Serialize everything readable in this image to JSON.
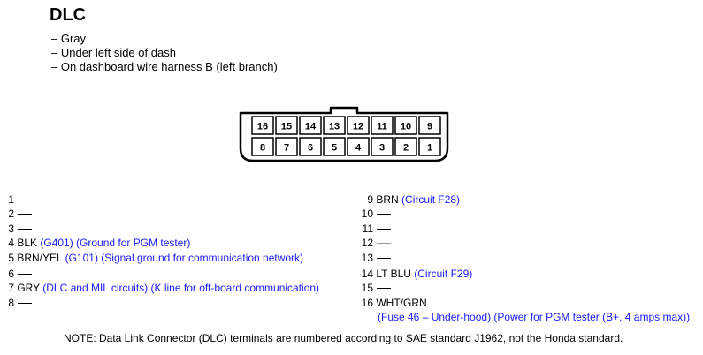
{
  "title": "DLC",
  "notes": [
    "– Gray",
    "– Under left side of dash",
    "– On dashboard wire harness B (left branch)"
  ],
  "connector": {
    "top_row": [
      "16",
      "15",
      "14",
      "13",
      "12",
      "11",
      "10",
      "9"
    ],
    "bottom_row": [
      "8",
      "7",
      "6",
      "5",
      "4",
      "3",
      "2",
      "1"
    ]
  },
  "pins_left": [
    {
      "num": "1",
      "wire": "",
      "circuit": ""
    },
    {
      "num": "2",
      "wire": "",
      "circuit": ""
    },
    {
      "num": "3",
      "wire": "",
      "circuit": ""
    },
    {
      "num": "4",
      "wire": "BLK",
      "circuit": "(G401) (Ground for PGM tester)"
    },
    {
      "num": "5",
      "wire": "BRN/YEL",
      "circuit": "(G101) (Signal ground for communication network)"
    },
    {
      "num": "6",
      "wire": "",
      "circuit": ""
    },
    {
      "num": "7",
      "wire": "GRY",
      "circuit": "(DLC and MIL circuits) (K line for off-board communication)"
    },
    {
      "num": "8",
      "wire": "",
      "circuit": ""
    }
  ],
  "pins_right": [
    {
      "num": "9",
      "wire": "BRN",
      "circuit": "(Circuit F28)"
    },
    {
      "num": "10",
      "wire": "",
      "circuit": ""
    },
    {
      "num": "11",
      "wire": "",
      "circuit": ""
    },
    {
      "num": "12",
      "wire": "",
      "circuit": ""
    },
    {
      "num": "13",
      "wire": "",
      "circuit": ""
    },
    {
      "num": "14",
      "wire": "LT BLU",
      "circuit": "(Circuit F29)"
    },
    {
      "num": "15",
      "wire": "",
      "circuit": ""
    },
    {
      "num": "16",
      "wire": "WHT/GRN",
      "circuit": "(Fuse 46 – Under-hood) (Power for PGM tester (B+, 4 amps max))"
    }
  ],
  "footnote": "NOTE: Data Link Connector (DLC) terminals are numbered according to SAE standard J1962, not the Honda standard."
}
